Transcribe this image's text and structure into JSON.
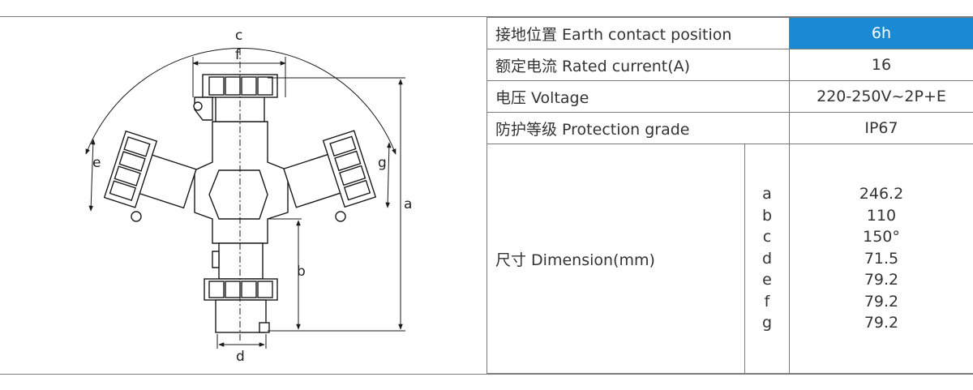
{
  "diagram": {
    "dimension_labels": {
      "a": "a",
      "b": "b",
      "c": "c",
      "d": "d",
      "e": "e",
      "f": "f",
      "g": "g"
    }
  },
  "specs": {
    "earth_contact": {
      "label": "接地位置 Earth contact position",
      "value": "6h"
    },
    "rated_current": {
      "label": "额定电流 Rated current(A)",
      "value": "16"
    },
    "voltage": {
      "label": "电压 Voltage",
      "value": "220-250V~2P+E"
    },
    "protection": {
      "label": "防护等级 Protection grade",
      "value": "IP67"
    },
    "dimension": {
      "label": "尺寸 Dimension(mm)",
      "keys": [
        "a",
        "b",
        "c",
        "d",
        "e",
        "f",
        "g"
      ],
      "values": [
        "246.2",
        "110",
        "150°",
        "71.5",
        "79.2",
        "79.2",
        "79.2"
      ]
    }
  },
  "colors": {
    "highlight": "#1a8ad4",
    "line": "#7a7a7a",
    "drawing": "#1a1a1a"
  }
}
